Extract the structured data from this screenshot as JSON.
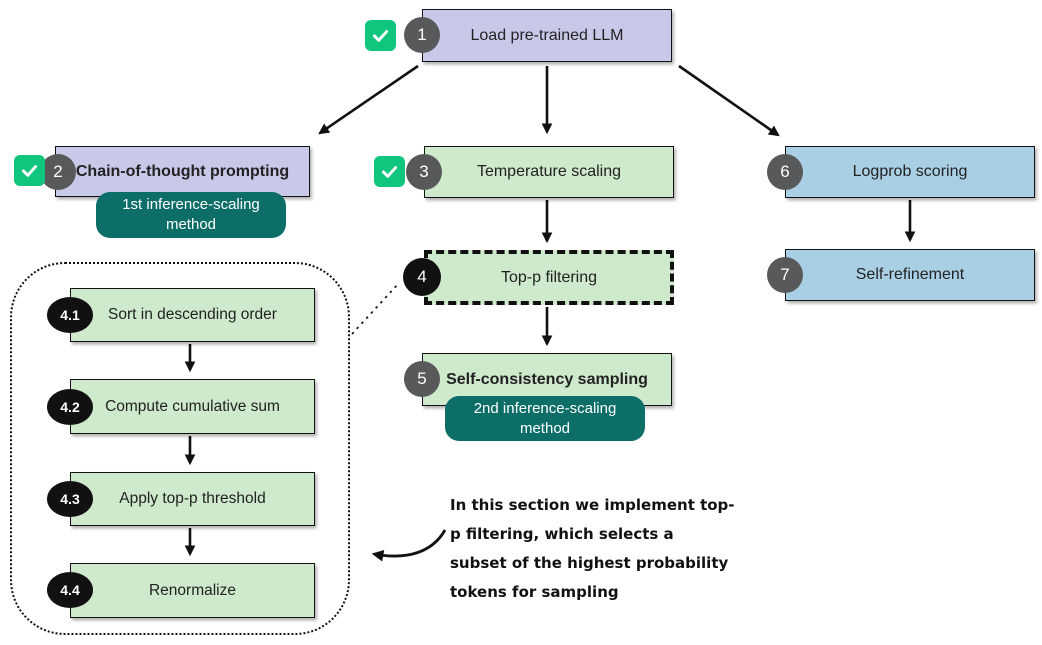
{
  "colors": {
    "lavender": "#c8c9e9",
    "green": "#cfe9cc",
    "blue": "#a9cfe5",
    "teal": "#0d6e68",
    "gray_circle": "#58595b",
    "black_circle": "#111111",
    "check_green": "#10c57c"
  },
  "nodes": {
    "load_llm": {
      "step": "1",
      "label": "Load pre-trained LLM",
      "checked": true
    },
    "cot": {
      "step": "2",
      "label": "Chain-of-thought prompting",
      "checked": true,
      "badge": "1st inference-scaling method"
    },
    "temp": {
      "step": "3",
      "label": "Temperature scaling",
      "checked": true
    },
    "topp": {
      "step": "4",
      "label": "Top-p filtering"
    },
    "selfcons": {
      "step": "5",
      "label": "Self-consistency sampling",
      "badge": "2nd inference-scaling method"
    },
    "logprob": {
      "step": "6",
      "label": "Logprob scoring"
    },
    "selfref": {
      "step": "7",
      "label": "Self-refinement"
    },
    "sub1": {
      "step": "4.1",
      "label": "Sort in descending order"
    },
    "sub2": {
      "step": "4.2",
      "label": "Compute cumulative sum"
    },
    "sub3": {
      "step": "4.3",
      "label": "Apply top-p threshold"
    },
    "sub4": {
      "step": "4.4",
      "label": "Renormalize"
    }
  },
  "annotation": {
    "text": "In this section we implement top-p filtering, which selects a subset of the highest probability tokens for sampling"
  },
  "icons": {
    "done": "checkmark-icon"
  }
}
